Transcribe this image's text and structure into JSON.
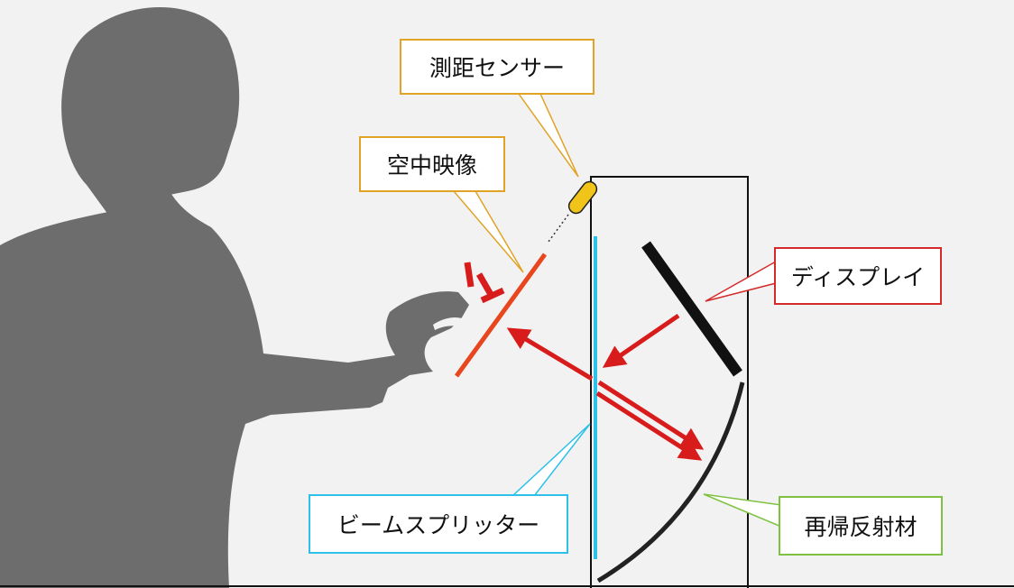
{
  "labels": {
    "sensor": "測距センサー",
    "aerial_image": "空中映像",
    "display": "ディスプレイ",
    "beam_splitter": "ビームスプリッター",
    "retroreflector": "再帰反射材"
  },
  "colors": {
    "background": "#f2f2f2",
    "silhouette": "#6d6d6d",
    "sensor_outline": "#e0a326",
    "sensor_fill": "#f0c419",
    "aerial_outline": "#e0a326",
    "display_outline": "#d42a2a",
    "splitter_outline": "#2ec0e8",
    "retro_outline": "#7fc241",
    "light_ray": "#d81b1b",
    "aerial_image_line": "#e8461e",
    "device_frame": "#111111"
  }
}
